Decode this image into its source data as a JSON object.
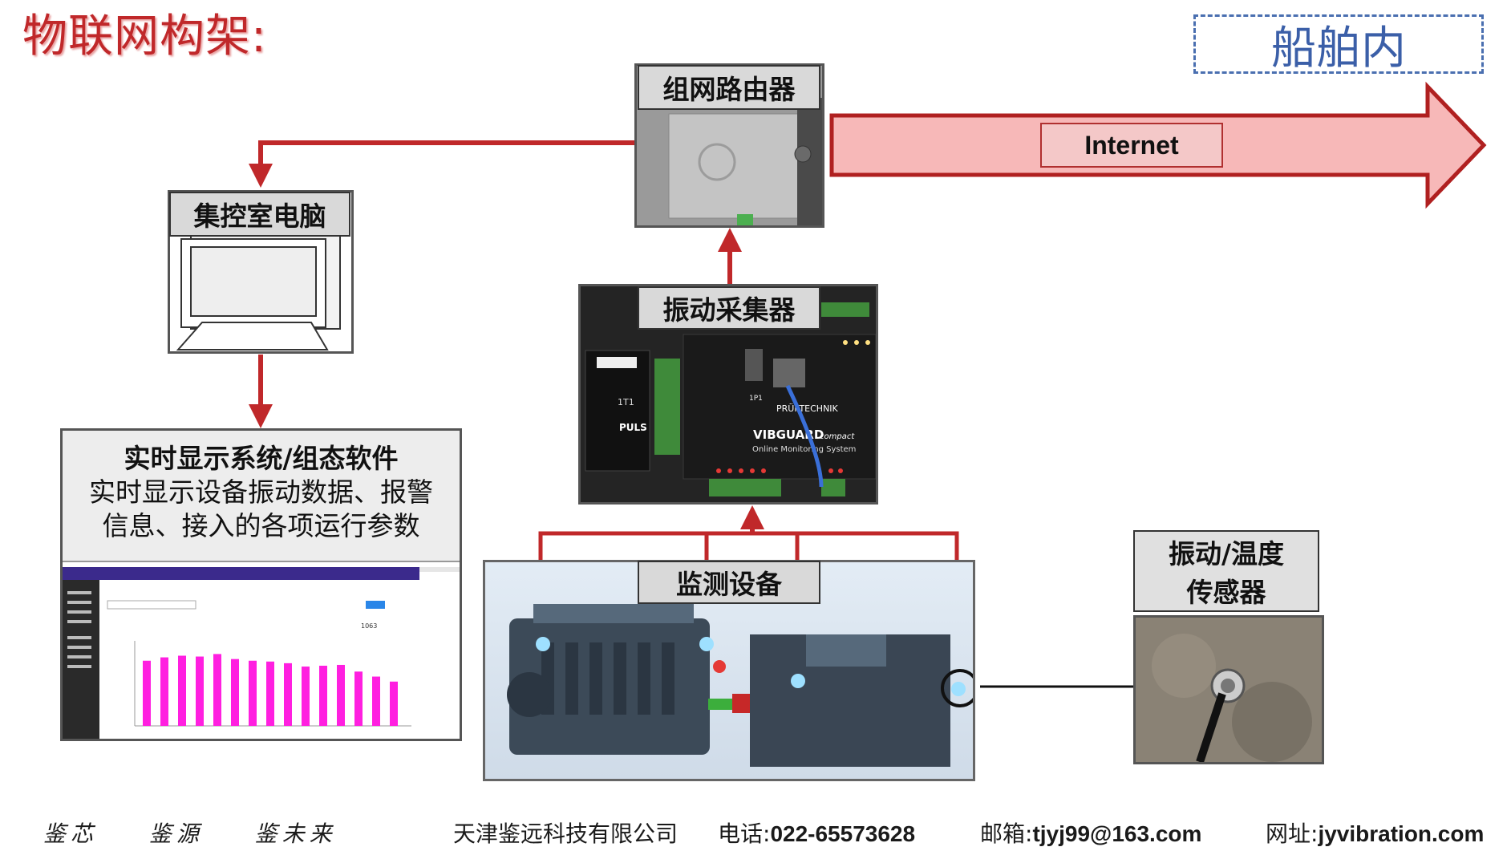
{
  "header": {
    "title": "物联网构架:",
    "ship_label": "船舶内"
  },
  "nodes": {
    "router": "组网路由器",
    "internet": "Internet",
    "control_pc": "集控室电脑",
    "software_title": "实时显示系统/组态软件",
    "software_line1": "实时显示设备振动数据、报警",
    "software_line2": "信息、接入的各项运行参数",
    "collector": "振动采集器",
    "monitor": "监测设备",
    "sensor_line1": "振动/温度",
    "sensor_line2": "传感器"
  },
  "collector_photo": {
    "brand": "PULS",
    "maker": "PRÜFTECHNIK",
    "product": "VIBGUARD",
    "product_suffix": "compact",
    "subtitle": "Online Monitoring System",
    "port": "1P1",
    "psu_label": "1T1"
  },
  "software_chart": {
    "counter": "1063",
    "values": [
      78,
      82,
      84,
      83,
      86,
      80,
      78,
      77,
      75,
      71,
      72,
      73,
      65,
      59,
      53
    ]
  },
  "footer": {
    "slogan1": "鉴芯",
    "slogan2": "鉴源",
    "slogan3": "鉴未来",
    "company": "天津鉴远科技有限公司",
    "phone_label": "电话:",
    "phone": "022-65573628",
    "email_label": "邮箱:",
    "email": "tjyj99@163.com",
    "web_label": "网址:",
    "web": "jyvibration.com"
  },
  "colors": {
    "accent_red": "#c0282a",
    "arrow_fill": "#f7b8b8",
    "ship_blue": "#3b5fa8"
  }
}
